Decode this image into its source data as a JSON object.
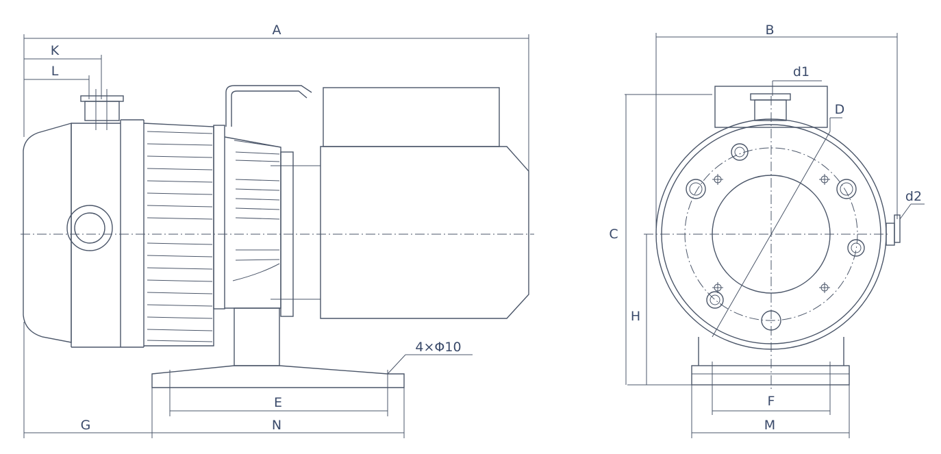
{
  "colors": {
    "line": "#4a5568",
    "label": "#3a4a6a",
    "background": "#ffffff"
  },
  "side_view": {
    "dimensions": {
      "A": "A",
      "K": "K",
      "L": "L",
      "G": "G",
      "N": "N",
      "E": "E"
    },
    "hole_note": "4×Φ10"
  },
  "front_view": {
    "dimensions": {
      "B": "B",
      "C": "C",
      "D": "D",
      "H": "H",
      "F": "F",
      "M": "M"
    },
    "ports": {
      "d1": "d1",
      "d2": "d2"
    }
  }
}
